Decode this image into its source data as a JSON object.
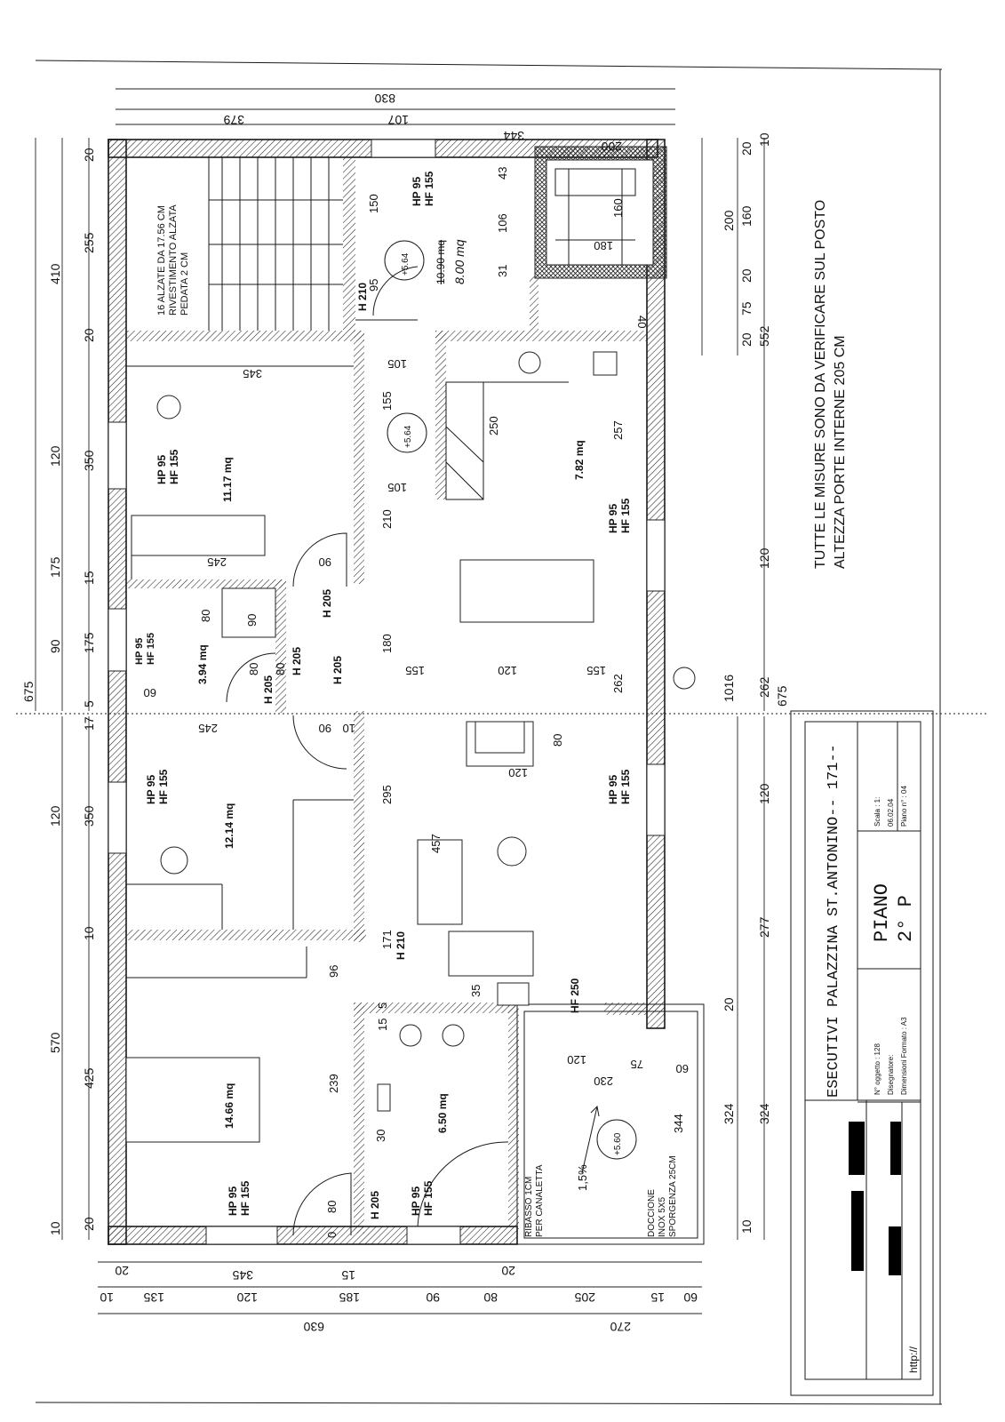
{
  "notes": {
    "line1": "TUTTE LE MISURE SONO DA VERIFICARE SUL POSTO",
    "line2": "ALTEZZA PORTE INTERNE 205 CM"
  },
  "stairs": {
    "line1": "16 ALZATE DA 17.56 CM",
    "line2": "RIVESTIMENTO ALZATA",
    "line3": "PEDATA 2 CM"
  },
  "rooms": {
    "r1": "11.17 mq",
    "r2": "3.94 mq",
    "r3": "7.82 mq",
    "r4_struck": "10.90 mq",
    "r4": "8.00 mq",
    "r5": "12.14 mq",
    "r6": "14.66 mq",
    "r7": "6.50 mq"
  },
  "levels": {
    "a": "+5.64",
    "b": "+5.64",
    "c": "+5.60"
  },
  "windows": {
    "hp": "HP 95",
    "hf": "HF 155",
    "hf250": "HF 250"
  },
  "heights": {
    "h205": "H 205",
    "h210": "H 210"
  },
  "terrace": {
    "ribasso1": "RIBASSO 1CM",
    "ribasso2": "PER CANALETTA",
    "slope": "1,5%",
    "doccione1": "DOCCIONE",
    "doccione2": "INOX 5X5",
    "doccione3": "SPORGENZA 25CM"
  },
  "title_block": {
    "title": "ESECUTIVI PALAZZINA ST.ANTONINO-- 171--",
    "piano1": "PIANO",
    "piano2": "2° P",
    "oggetto": "N° oggetto : 128",
    "disegnatore": "Disegnatore:",
    "formato": "Dimensioni Formato : A3",
    "scala": "Scala : 1:",
    "data": "06.02.04",
    "piano_n": "Piano n° : 04",
    "url": "http://"
  },
  "dims": {
    "top1": "830",
    "top2": "379",
    "top3": "107",
    "top4": "344",
    "top5": "200",
    "left_a": [
      "20",
      "255",
      "20",
      "350",
      "15",
      "175",
      "5"
    ],
    "left_b": [
      "410",
      "120",
      "175",
      "90"
    ],
    "left_c": [
      "675"
    ],
    "left_d": [
      "17",
      "350",
      "10",
      "425",
      "20"
    ],
    "left_e": [
      "120",
      "570",
      "10"
    ],
    "bot1": [
      "20",
      "345",
      "15",
      "20"
    ],
    "bot2": [
      "10",
      "135",
      "120",
      "185",
      "90",
      "80",
      "205",
      "15",
      "60"
    ],
    "bot3": [
      "630",
      "270"
    ],
    "right1": [
      "20",
      "160",
      "20",
      "75",
      "20"
    ],
    "right2": [
      "200",
      "552"
    ],
    "right3": [
      "10"
    ],
    "right4": [
      "1016",
      "262",
      "675"
    ],
    "right5": [
      "120",
      "277",
      "324",
      "10"
    ],
    "right6": [
      "120",
      "20",
      "324"
    ],
    "interior": [
      "150",
      "95",
      "43",
      "106",
      "31",
      "160",
      "180",
      "40",
      "345",
      "105",
      "155",
      "105",
      "250",
      "257",
      "210",
      "245",
      "90",
      "80",
      "90",
      "80",
      "80",
      "60",
      "180",
      "155",
      "120",
      "155",
      "262",
      "245",
      "90",
      "10",
      "295",
      "457",
      "171",
      "96",
      "239",
      "15",
      "5",
      "35",
      "120",
      "75",
      "230",
      "60",
      "344",
      "30",
      "80",
      "0",
      "120",
      "10",
      "10",
      "15",
      "15",
      "120",
      "120"
    ]
  }
}
